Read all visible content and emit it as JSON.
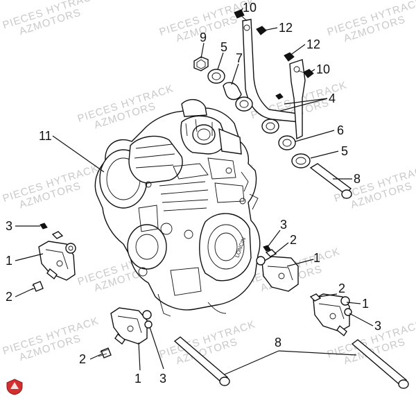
{
  "watermark": {
    "line1": "PIECES HYTRACK",
    "line2": "AZMOTORS"
  },
  "callouts": [
    {
      "id": "c10a",
      "text": "10"
    },
    {
      "id": "c12a",
      "text": "12"
    },
    {
      "id": "c9",
      "text": "9"
    },
    {
      "id": "c5a",
      "text": "5"
    },
    {
      "id": "c7",
      "text": "7"
    },
    {
      "id": "c12b",
      "text": "12"
    },
    {
      "id": "c10b",
      "text": "10"
    },
    {
      "id": "c4",
      "text": "4"
    },
    {
      "id": "c11",
      "text": "11"
    },
    {
      "id": "c6",
      "text": "6"
    },
    {
      "id": "c5b",
      "text": "5"
    },
    {
      "id": "c8a",
      "text": "8"
    },
    {
      "id": "c3a",
      "text": "3"
    },
    {
      "id": "c1a",
      "text": "1"
    },
    {
      "id": "c2a",
      "text": "2"
    },
    {
      "id": "c3b",
      "text": "3"
    },
    {
      "id": "c2b",
      "text": "2"
    },
    {
      "id": "c1b",
      "text": "1"
    },
    {
      "id": "c2c",
      "text": "2"
    },
    {
      "id": "c1c",
      "text": "1"
    },
    {
      "id": "c3c",
      "text": "3"
    },
    {
      "id": "c2d",
      "text": "2"
    },
    {
      "id": "c1d",
      "text": "1"
    },
    {
      "id": "c3d",
      "text": "3"
    },
    {
      "id": "c8b",
      "text": "8"
    }
  ],
  "engine_brand": "LONCIN",
  "colors": {
    "line": "#111111",
    "watermark": "#c9c9c9",
    "logo": "#d32f2f"
  }
}
